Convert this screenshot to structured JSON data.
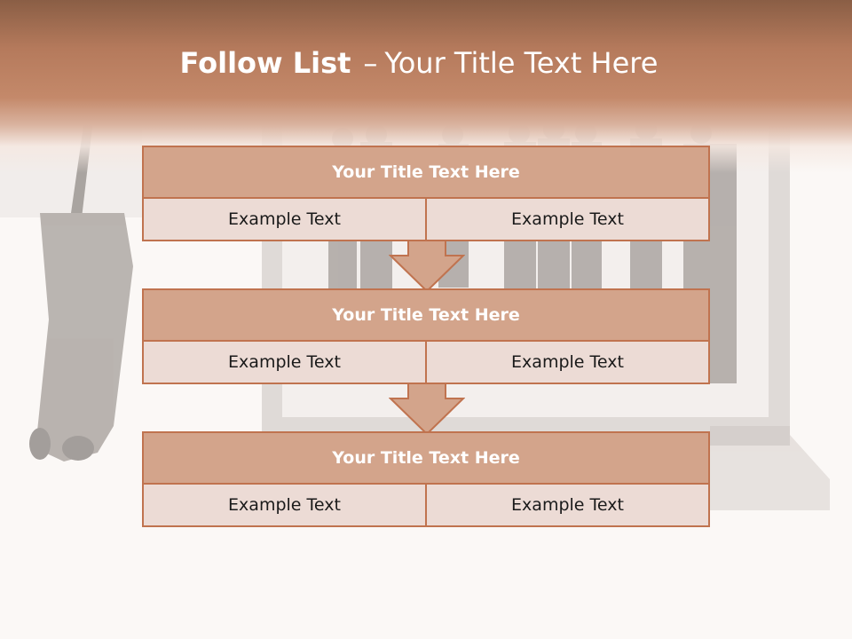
{
  "slide": {
    "title_bold": "Follow List",
    "title_separator": "–",
    "title_rest": "Your Title Text Here"
  },
  "blocks": [
    {
      "header": "Your Title Text Here",
      "left": "Example Text",
      "right": "Example Text"
    },
    {
      "header": "Your Title Text Here",
      "left": "Example Text",
      "right": "Example Text"
    },
    {
      "header": "Your Title Text Here",
      "left": "Example Text",
      "right": "Example Text"
    }
  ],
  "colors": {
    "header_band": "#b57a5c",
    "block_border": "#c0734f",
    "block_header": "#d3a48b",
    "cell_fill": "#ecdbd5",
    "arrow_fill": "#d3a48b"
  }
}
